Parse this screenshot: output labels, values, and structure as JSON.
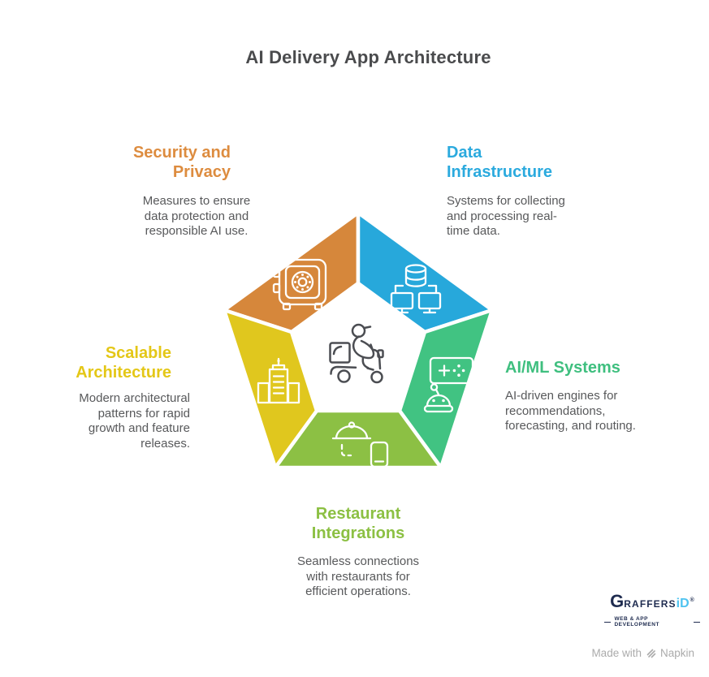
{
  "title": "AI Delivery App Architecture",
  "sections": {
    "security": {
      "title": "Security and\nPrivacy",
      "description": "Measures to ensure\ndata protection and\nresponsible AI use.",
      "heading_color": "#DD8C3F",
      "fill": "#D6873B",
      "icon": "safe-icon"
    },
    "data_infrastructure": {
      "title": "Data\nInfrastructure",
      "description": "Systems for collecting\nand processing real-\ntime data.",
      "heading_color": "#2BAADE",
      "fill": "#27A8DB",
      "icon": "database-network-icon"
    },
    "aiml": {
      "title": "AI/ML Systems",
      "description": "AI-driven engines for\nrecommendations,\nforecasting, and routing.",
      "heading_color": "#3FBF7F",
      "fill": "#41C382",
      "icon": "robot-icon"
    },
    "restaurant": {
      "title": "Restaurant\nIntegrations",
      "description": "Seamless connections\nwith restaurants for\nefficient operations.",
      "heading_color": "#8CC043",
      "fill": "#8CC044",
      "icon": "dish-phone-icon"
    },
    "scalable": {
      "title": "Scalable\nArchitecture",
      "description": "Modern architectural\npatterns for rapid\ngrowth and feature\nreleases.",
      "heading_color": "#E4C717",
      "fill": "#E0C71E",
      "icon": "buildings-icon"
    }
  },
  "center_icon": "delivery-scooter-icon",
  "text_color": "#58595B",
  "branding": {
    "logo_g": "G",
    "logo_raffers": "RAFFERS",
    "logo_id": "iD",
    "logo_reg": "®",
    "tagline": "WEB & APP DEVELOPMENT",
    "made_with": "Made with",
    "napkin": "Napkin"
  }
}
